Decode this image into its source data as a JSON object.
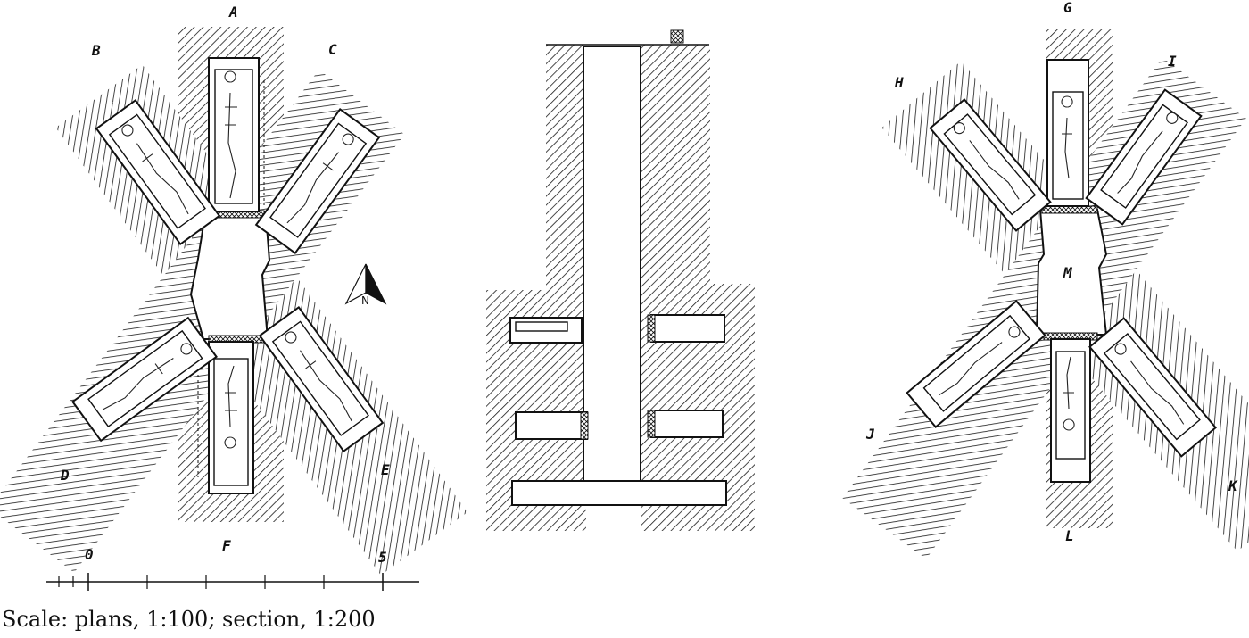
{
  "plan_left": {
    "chamber_labels": [
      "A",
      "B",
      "C",
      "D",
      "E",
      "F"
    ]
  },
  "plan_right": {
    "chamber_labels": [
      "G",
      "H",
      "I",
      "J",
      "K",
      "L"
    ],
    "centre_label": "M"
  },
  "north_arrow": {
    "label": "N"
  },
  "scale_bar": {
    "start_label": "0",
    "end_label": "5"
  },
  "caption": "Scale: plans, 1:100; section, 1:200"
}
